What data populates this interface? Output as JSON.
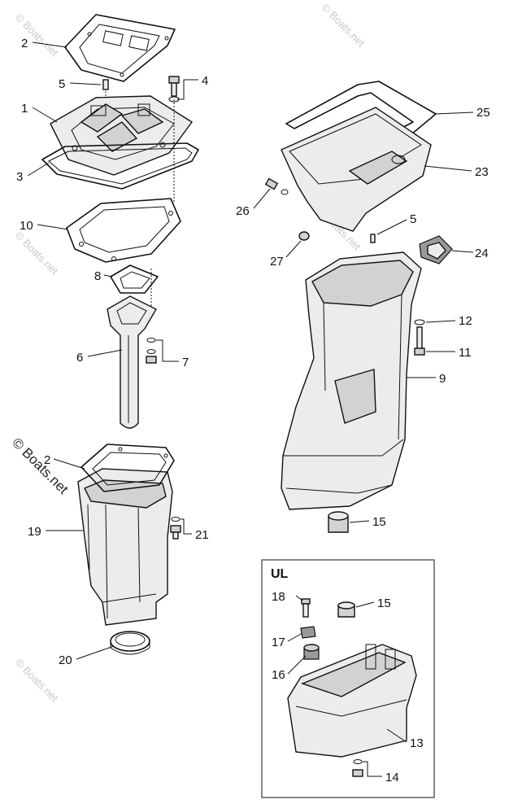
{
  "callouts": {
    "c1": "1",
    "c2": "2",
    "c3": "3",
    "c4": "4",
    "c5": "5",
    "c6": "6",
    "c7": "7",
    "c8": "8",
    "c9": "9",
    "c10": "10",
    "c11": "11",
    "c12": "12",
    "c13": "13",
    "c14": "14",
    "c15a": "15",
    "c15b": "15",
    "c16": "16",
    "c17": "17",
    "c18": "18",
    "c19": "19",
    "c20": "20",
    "c21": "21",
    "c23": "23",
    "c24": "24",
    "c25": "25",
    "c26": "26",
    "c27": "27",
    "c5b": "5",
    "c2b": "2"
  },
  "inset": {
    "title": "UL"
  },
  "watermarks": {
    "text": "© Boats.net",
    "large_text": "© Boats.net"
  }
}
